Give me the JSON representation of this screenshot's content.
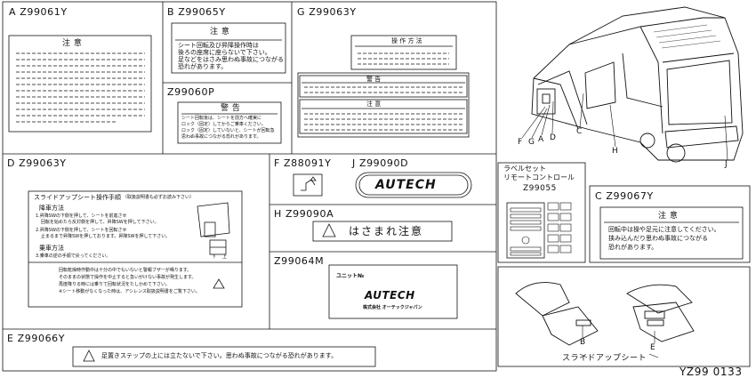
{
  "sheet": {
    "code": "YZ99 0133"
  },
  "panels": {
    "a": {
      "part": "A Z99061Y",
      "title": "注 意"
    },
    "b": {
      "part": "B Z99065Y",
      "title": "注 意",
      "lines": [
        "シート回転及び昇降操作時は",
        "後ろの座席に座らないで下さい。",
        "足などをはさみ思わぬ事故につながる",
        "恐れがあります。"
      ]
    },
    "b2": {
      "part": "Z99060P",
      "title": "警 告",
      "lines": [
        "シート回転後は、シートを前方へ確実に",
        "ロック（固定）してからご乗車ください。",
        "ロック（固定）していないと、シートが回転急",
        "思わぬ事故につながる恐れがあります。"
      ]
    },
    "g": {
      "part": "G Z99063Y",
      "title": "操 作 方 法",
      "title2": "警 告",
      "title3": "注 意"
    },
    "d": {
      "part": "D Z99063Y",
      "title": "スライドアップシート操作手順",
      "subtitle": "（取扱説明書も必ずお読み下さい）",
      "heading1": "降車方法",
      "steps1": [
        "1.昇降SWの下側を押して、シートを前進させ",
        "回転を始めたら反対側を押して、昇降SWを押して下さい。",
        "2.昇降SWの下側を押して、シートを回転させ",
        "止まるまで昇降SWを押しております。昇降SWを押して下さい。"
      ],
      "heading2": "乗車方法",
      "steps2": [
        "3.乗車の逆の手順で戻ってください。"
      ],
      "warn_lines": [
        "回転乾燥時作動中は十分の中でもいないと警報ブザーが鳴ります。",
        "そのままの状態で操作を中止すると急いがけない事故が発生します。",
        "再度降りる時には乗りて回転状況をたしかめて下さい。",
        "※シート移動がなくなった時は、アシレンス取扱説明書をご覧下さい。"
      ],
      "sw_labels": [
        "下",
        "上"
      ]
    },
    "f": {
      "part": "F Z88091Y"
    },
    "j": {
      "part": "J Z99090D",
      "logo": "AUTECH"
    },
    "h": {
      "part": "H Z99090A",
      "text": "はさまれ注意"
    },
    "m": {
      "part": "Z99064M",
      "unit": "ユニット№",
      "logo": "AUTECH",
      "company": "株式会社 オーテックジャパン"
    },
    "e": {
      "part": "E Z99066Y",
      "text": "足置きステップの上には立たないで下さい。思わぬ事故につながる恐れがあります。"
    },
    "remote": {
      "line1": "ラベルセット",
      "line2": "リモートコントロール",
      "part": "Z99055"
    },
    "c": {
      "part": "C Z99067Y",
      "title": "注 意",
      "lines": [
        "回転中は操や足元に注意してください。",
        "挟み込んだり思わぬ事故につながる",
        "恐れがあります。"
      ]
    },
    "car": {
      "callouts": [
        "F",
        "G",
        "A",
        "D",
        "C",
        "H",
        "J"
      ]
    },
    "seat": {
      "callouts": [
        "B",
        "E"
      ],
      "caption": "スライドアップシート"
    }
  }
}
